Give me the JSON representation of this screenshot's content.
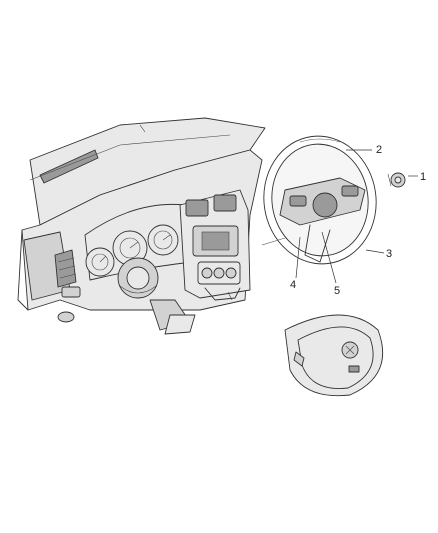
{
  "callouts": [
    {
      "id": "1",
      "label": "1"
    },
    {
      "id": "2",
      "label": "2"
    },
    {
      "id": "3",
      "label": "3"
    },
    {
      "id": "4",
      "label": "4"
    },
    {
      "id": "5",
      "label": "5"
    }
  ],
  "colors": {
    "line": "#333333",
    "shade": "#d2d2d2",
    "background": "#ffffff"
  }
}
